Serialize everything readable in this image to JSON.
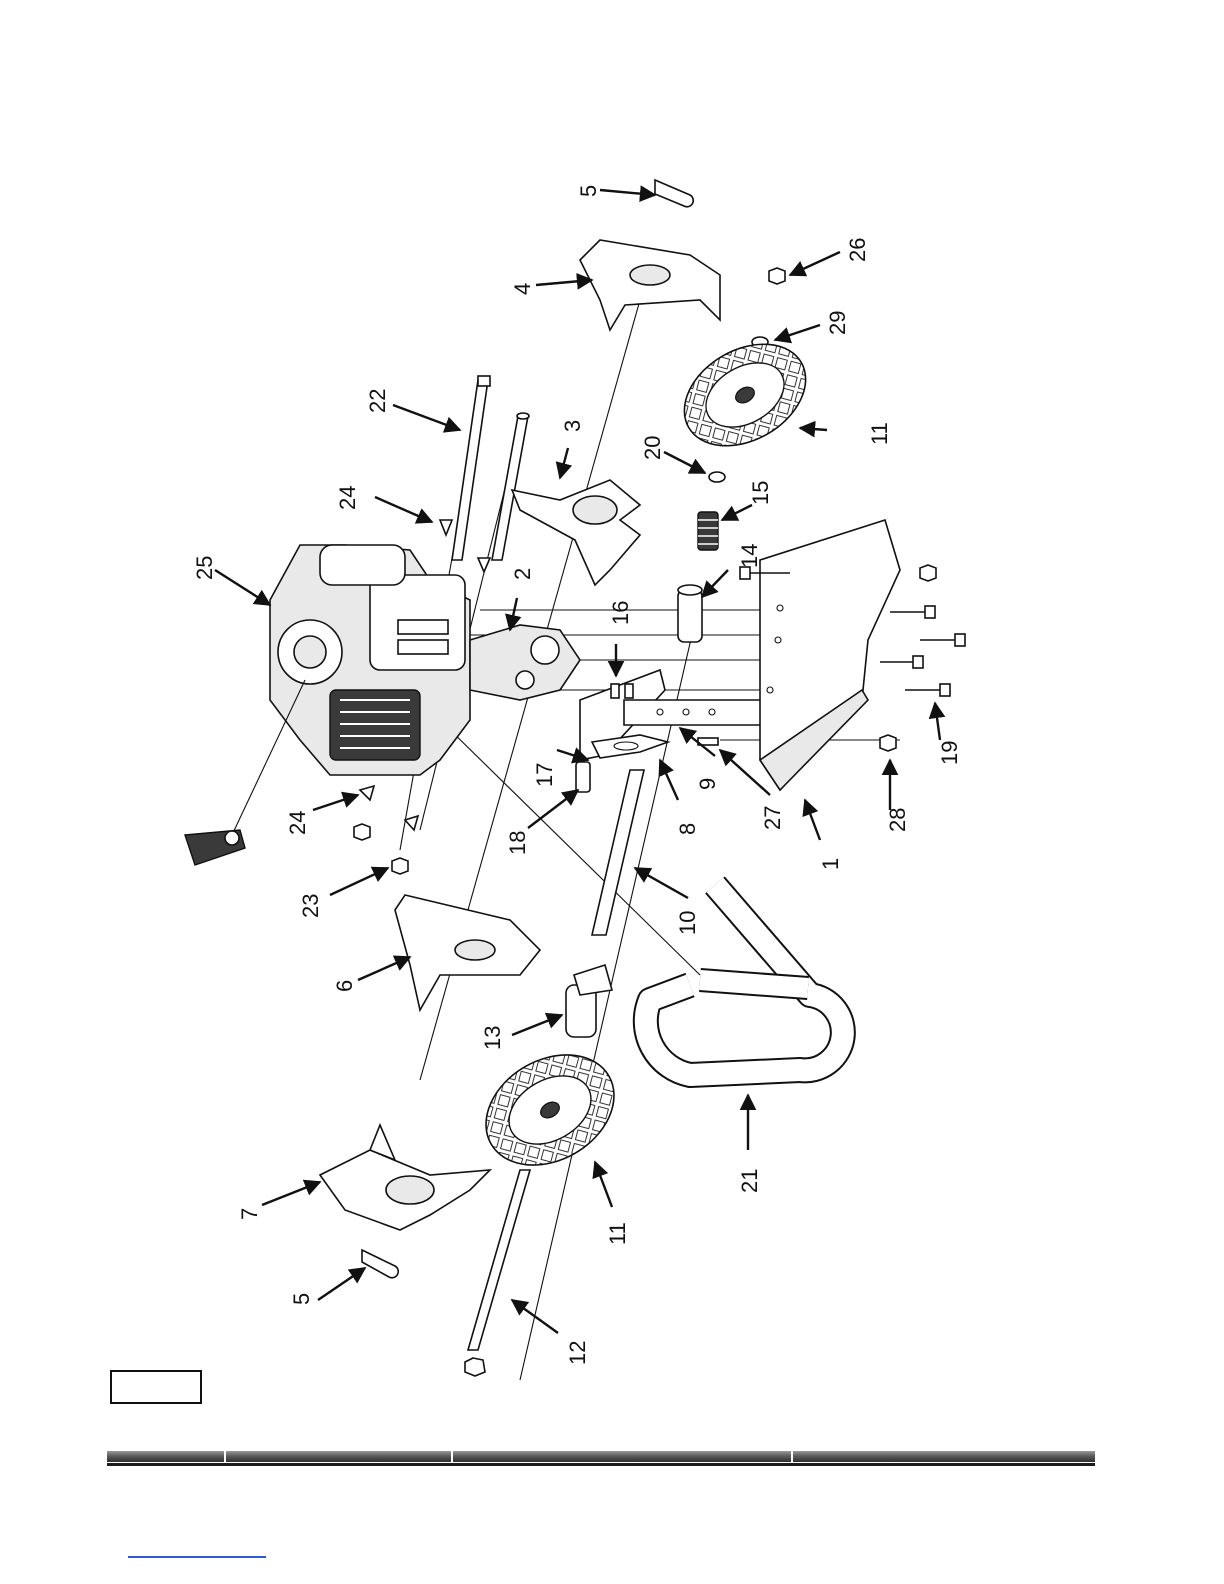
{
  "diagram": {
    "callouts": [
      {
        "id": "c1",
        "label": "1"
      },
      {
        "id": "c2",
        "label": "2"
      },
      {
        "id": "c3",
        "label": "3"
      },
      {
        "id": "c4",
        "label": "4"
      },
      {
        "id": "c5a",
        "label": "5"
      },
      {
        "id": "c5b",
        "label": "5"
      },
      {
        "id": "c6",
        "label": "6"
      },
      {
        "id": "c7",
        "label": "7"
      },
      {
        "id": "c8",
        "label": "8"
      },
      {
        "id": "c9",
        "label": "9"
      },
      {
        "id": "c10",
        "label": "10"
      },
      {
        "id": "c11a",
        "label": "11"
      },
      {
        "id": "c11b",
        "label": "11"
      },
      {
        "id": "c12",
        "label": "12"
      },
      {
        "id": "c13",
        "label": "13"
      },
      {
        "id": "c14",
        "label": "14"
      },
      {
        "id": "c15",
        "label": "15"
      },
      {
        "id": "c16",
        "label": "16"
      },
      {
        "id": "c17",
        "label": "17"
      },
      {
        "id": "c18",
        "label": "18"
      },
      {
        "id": "c19",
        "label": "19"
      },
      {
        "id": "c20",
        "label": "20"
      },
      {
        "id": "c21",
        "label": "21"
      },
      {
        "id": "c22",
        "label": "22"
      },
      {
        "id": "c23",
        "label": "23"
      },
      {
        "id": "c24a",
        "label": "24"
      },
      {
        "id": "c24b",
        "label": "24"
      },
      {
        "id": "c25",
        "label": "25"
      },
      {
        "id": "c26",
        "label": "26"
      },
      {
        "id": "c27",
        "label": "27"
      },
      {
        "id": "c28",
        "label": "28"
      },
      {
        "id": "c29",
        "label": "29"
      }
    ]
  },
  "figure_label": "",
  "colors": {
    "line": "#111111",
    "footer_bar": "#3c3c3c",
    "footer_link": "#2b5bd7"
  }
}
